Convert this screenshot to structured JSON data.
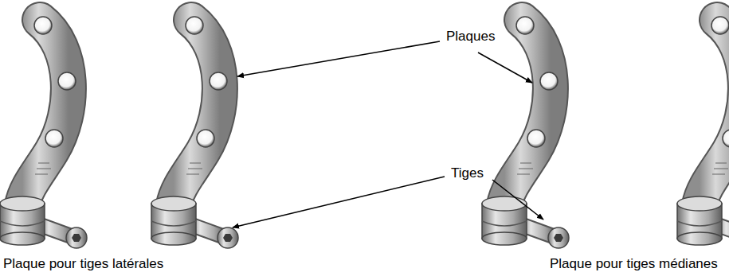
{
  "diagram": {
    "labels": [
      "Plaques",
      "Tiges",
      "Plaque pour tiges latérales",
      "Plaque pour tiges médianes"
    ]
  }
}
